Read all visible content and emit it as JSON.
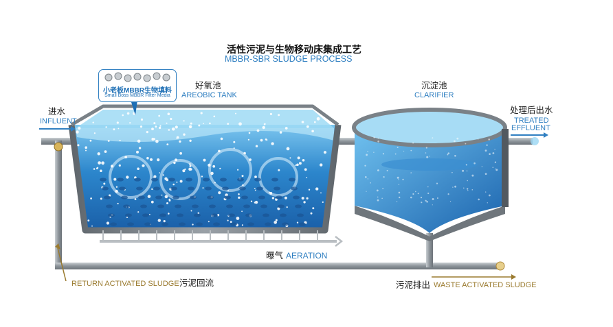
{
  "title": {
    "cn": "活性污泥与生物移动床集成工艺",
    "en": "MBBR-SBR SLUDGE PROCESS"
  },
  "media_box": {
    "cn": "小老板MBBR生物填料",
    "en": "Small Boss MBBR Filter Media"
  },
  "labels": {
    "aerobic_cn": "好氧池",
    "aerobic_en": "AREOBIC TANK",
    "clarifier_cn": "沉淀池",
    "clarifier_en": "CLARIFIER",
    "influent_cn": "进水",
    "influent_en": "INFLUENT",
    "effluent_cn": "处理后出水",
    "effluent_en_1": "TREATED",
    "effluent_en_2": "EFFLUENT",
    "aeration_cn": "曝气",
    "aeration_en": "AERATION",
    "return_en": "RETURN ACTIVATED SLUDGE",
    "return_cn": "污泥回流",
    "waste_cn": "污泥排出",
    "waste_en": "WASTE ACTIVATED SLUDGE"
  },
  "colors": {
    "water_dark": "#1f6fb8",
    "water_light": "#8fd0f2",
    "pipe": "#9aa1a7",
    "tank_wall": "#6f767c",
    "label_blue": "#2f7fc1",
    "label_brown": "#9a7a2e"
  }
}
